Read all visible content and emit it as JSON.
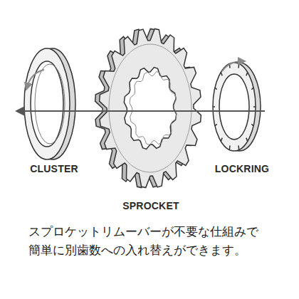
{
  "diagram": {
    "caption": "スプロケットリムーバーが不要な仕組みで 簡単に別歯数への入れ替えができます。",
    "labels": [
      "CLUSTER",
      "SPROCKET",
      "LOCKRING"
    ]
  }
}
